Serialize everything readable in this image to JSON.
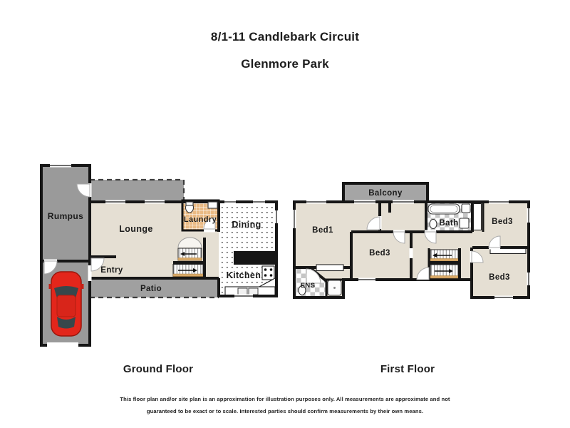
{
  "title": {
    "address": "8/1-11 Candlebark Circuit",
    "suburb": "Glenmore Park"
  },
  "ground_floor": {
    "label": "Ground Floor",
    "rooms": {
      "rumpus": "Rumpus",
      "lounge": "Lounge",
      "laundry": "Laundry",
      "dining": "Dining",
      "kitchen": "Kitchen",
      "entry": "Entry",
      "patio": "Patio"
    }
  },
  "first_floor": {
    "label": "First Floor",
    "rooms": {
      "balcony": "Balcony",
      "bed1": "Bed1",
      "bed3_mid": "Bed3",
      "bed3_upper_right": "Bed3",
      "bed3_lower_right": "Bed3",
      "bath": "Bath",
      "ens": "ENS"
    }
  },
  "disclaimer": {
    "line1": "This floor plan and/or site plan is an approximation for illustration purposes only. All measurements are approximate and not",
    "line2": "guaranteed to be exact or to scale. Interested parties should confirm measurements by their own means."
  },
  "colors": {
    "wall": "#161616",
    "room_fill": "#e5dfd3",
    "hard_surface": "#9e9e9e",
    "balcony": "#a5a5a5",
    "laundry_tile": "#eaba84",
    "bath_tile": "#c6c6c6",
    "car_red": "#e3261b",
    "stair_nosing": "#d8a968"
  }
}
